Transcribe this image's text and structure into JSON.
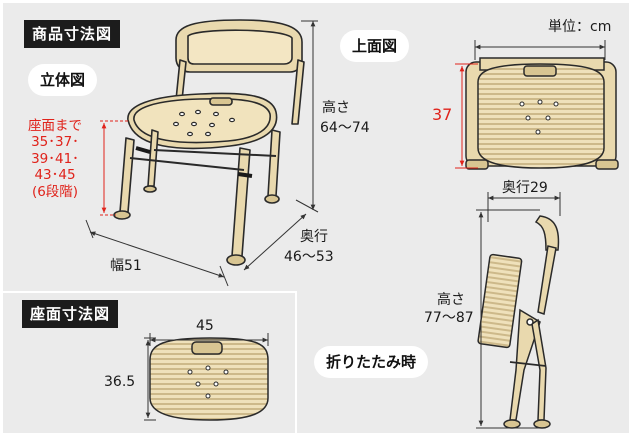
{
  "header": {
    "title": "商品寸法図",
    "unit": "単位：cm"
  },
  "views": {
    "perspective": {
      "label": "立体図",
      "seat_height_label": "座面まで",
      "seat_height_values_line1": "35･37･",
      "seat_height_values_line2": "39･41･",
      "seat_height_values_line3": "43･45",
      "seat_height_steps": "(6段階)",
      "height_label": "高さ",
      "height_value": "64～74",
      "width_label": "幅51",
      "depth_label": "奥行",
      "depth_value": "46～53"
    },
    "top": {
      "label": "上面図",
      "seat_height_dim": "37"
    },
    "folded": {
      "label": "折りたたみ時",
      "depth_label": "奥行29",
      "height_label": "高さ",
      "height_value": "77～87"
    },
    "seat": {
      "label": "座面寸法図",
      "width_value": "45",
      "depth_value": "36.5"
    }
  },
  "colors": {
    "panel_background": "#ebebeb",
    "frame_beige": "#e9d9ae",
    "outline": "#2a2a2a",
    "accent_red": "#e0231b",
    "label_dark": "#1c1c1c"
  }
}
